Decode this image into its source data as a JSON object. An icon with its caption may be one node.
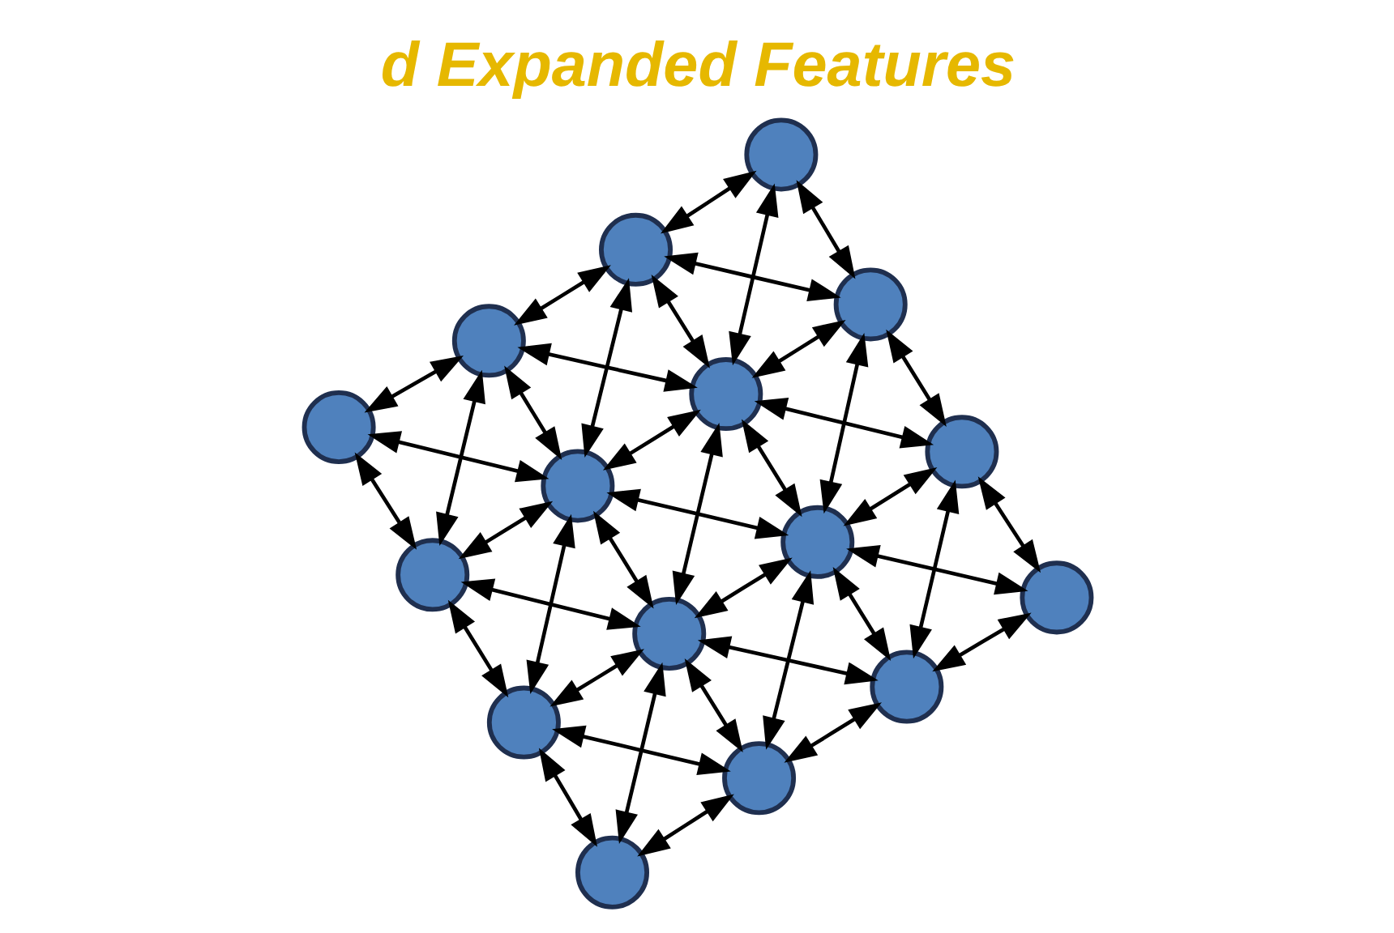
{
  "diagram": {
    "title": "d Expanded Features",
    "nodes": [
      {
        "text": [],
        "shape": "circle"
      },
      {
        "text": [],
        "shape": "circle"
      },
      {
        "text": [],
        "shape": "circle"
      },
      {
        "text": [],
        "shape": "circle"
      },
      {
        "text": [],
        "shape": "circle"
      },
      {
        "text": [],
        "shape": "circle"
      },
      {
        "text": [],
        "shape": "circle"
      },
      {
        "text": [],
        "shape": "circle"
      },
      {
        "text": [],
        "shape": "circle"
      },
      {
        "text": [],
        "shape": "circle"
      },
      {
        "text": [],
        "shape": "circle"
      },
      {
        "text": [],
        "shape": "circle"
      },
      {
        "text": [],
        "shape": "circle"
      },
      {
        "text": [],
        "shape": "circle"
      },
      {
        "text": [],
        "shape": "circle"
      },
      {
        "text": [],
        "shape": "circle"
      }
    ],
    "edges": [
      {
        "from": 2,
        "to": 0,
        "arrow": "both"
      },
      {
        "from": 7,
        "to": 0,
        "arrow": "both"
      },
      {
        "from": 2,
        "to": 4,
        "arrow": "both"
      },
      {
        "from": 2,
        "to": 7,
        "arrow": "both"
      },
      {
        "from": 7,
        "to": 4,
        "arrow": "both"
      },
      {
        "from": 0,
        "to": 1,
        "arrow": "both"
      },
      {
        "from": 0,
        "to": 4,
        "arrow": "both"
      },
      {
        "from": 0,
        "to": 5,
        "arrow": "both"
      },
      {
        "from": 4,
        "to": 1,
        "arrow": "both"
      },
      {
        "from": 1,
        "to": 5,
        "arrow": "both"
      },
      {
        "from": 1,
        "to": 6,
        "arrow": "both"
      },
      {
        "from": 1,
        "to": 3,
        "arrow": "both"
      },
      {
        "from": 3,
        "to": 5,
        "arrow": "both"
      },
      {
        "from": 3,
        "to": 6,
        "arrow": "both"
      },
      {
        "from": 4,
        "to": 5,
        "arrow": "both"
      },
      {
        "from": 5,
        "to": 6,
        "arrow": "both"
      },
      {
        "from": 4,
        "to": 8,
        "arrow": "both"
      },
      {
        "from": 4,
        "to": 9,
        "arrow": "both"
      },
      {
        "from": 4,
        "to": 10,
        "arrow": "both"
      },
      {
        "from": 5,
        "to": 9,
        "arrow": "both"
      },
      {
        "from": 5,
        "to": 10,
        "arrow": "both"
      },
      {
        "from": 5,
        "to": 11,
        "arrow": "both"
      },
      {
        "from": 6,
        "to": 10,
        "arrow": "both"
      },
      {
        "from": 6,
        "to": 11,
        "arrow": "both"
      },
      {
        "from": 7,
        "to": 8,
        "arrow": "both"
      },
      {
        "from": 7,
        "to": 9,
        "arrow": "both"
      },
      {
        "from": 8,
        "to": 9,
        "arrow": "both"
      },
      {
        "from": 8,
        "to": 12,
        "arrow": "both"
      },
      {
        "from": 8,
        "to": 15,
        "arrow": "both"
      },
      {
        "from": 9,
        "to": 10,
        "arrow": "both"
      },
      {
        "from": 9,
        "to": 12,
        "arrow": "both"
      },
      {
        "from": 9,
        "to": 15,
        "arrow": "both"
      },
      {
        "from": 9,
        "to": 13,
        "arrow": "both"
      },
      {
        "from": 12,
        "to": 15,
        "arrow": "both"
      },
      {
        "from": 15,
        "to": 13,
        "arrow": "both"
      },
      {
        "from": 10,
        "to": 15,
        "arrow": "both"
      },
      {
        "from": 10,
        "to": 13,
        "arrow": "both"
      },
      {
        "from": 10,
        "to": 14,
        "arrow": "both"
      },
      {
        "from": 10,
        "to": 11,
        "arrow": "both"
      },
      {
        "from": 11,
        "to": 13,
        "arrow": "both"
      },
      {
        "from": 11,
        "to": 14,
        "arrow": "both"
      },
      {
        "from": 13,
        "to": 14,
        "arrow": "both"
      }
    ]
  }
}
